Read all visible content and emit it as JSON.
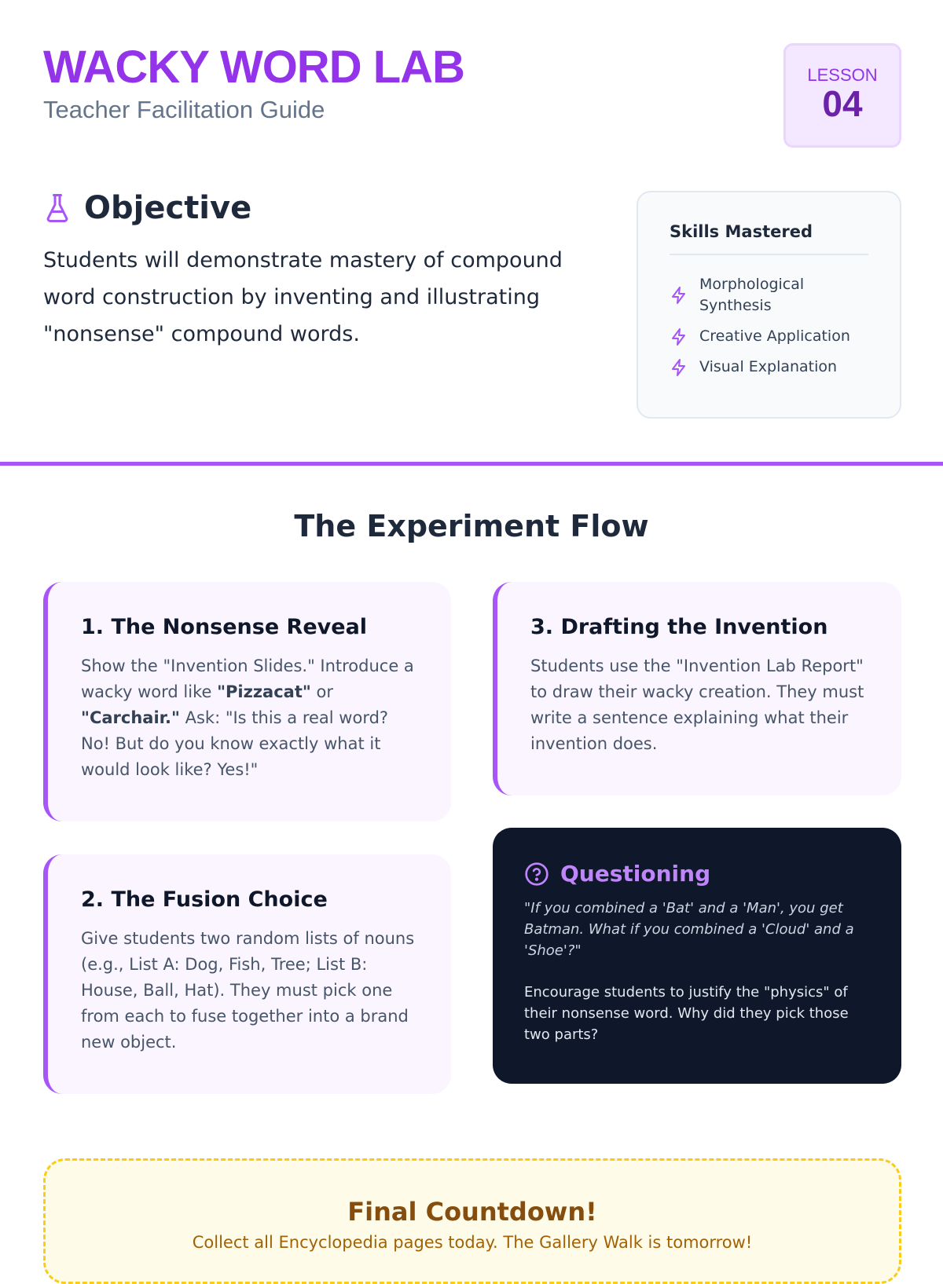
{
  "header": {
    "title": "WACKY WORD LAB",
    "subtitle": "Teacher Facilitation Guide",
    "lesson_label": "LESSON",
    "lesson_number": "04"
  },
  "objective": {
    "icon": "flask-icon",
    "heading": "Objective",
    "text": "Students will demonstrate mastery of compound word construction by inventing and illustrating \"nonsense\" compound words."
  },
  "skills": {
    "heading": "Skills Mastered",
    "icon": "lightning-icon",
    "items": [
      {
        "label": "Morphological Synthesis"
      },
      {
        "label": "Creative Application"
      },
      {
        "label": "Visual Explanation"
      }
    ]
  },
  "flow": {
    "heading": "The Experiment Flow",
    "step1": {
      "title": "1. The Nonsense Reveal",
      "t1": "Show the \"Invention Slides.\" Introduce a wacky word like ",
      "b1": "\"Pizzacat\"",
      "t2": " or ",
      "b2": "\"Carchair.\"",
      "t3": " Ask: \"Is this a real word? No! But do you know exactly what it would look like? Yes!\""
    },
    "step2": {
      "title": "2. The Fusion Choice",
      "text": "Give students two random lists of nouns (e.g., List A: Dog, Fish, Tree; List B: House, Ball, Hat). They must pick one from each to fuse together into a brand new object."
    },
    "step3": {
      "title": "3. Drafting the Invention",
      "text": "Students use the \"Invention Lab Report\" to draw their wacky creation. They must write a sentence explaining what their invention does."
    },
    "questioning": {
      "icon": "question-circle-icon",
      "title": "Questioning",
      "quote": "\"If you combined a 'Bat' and a 'Man', you get Batman. What if you combined a 'Cloud' and a 'Shoe'?\"",
      "text": "Encourage students to justify the \"physics\" of their nonsense word. Why did they pick those two parts?"
    }
  },
  "final": {
    "title": "Final Countdown!",
    "text": "Collect all Encyclopedia pages today. The Gallery Walk is tomorrow!"
  },
  "colors": {
    "accent": "#9333ea",
    "rule": "#a855f7",
    "dark": "#0f172a",
    "final_border": "#facc15"
  }
}
